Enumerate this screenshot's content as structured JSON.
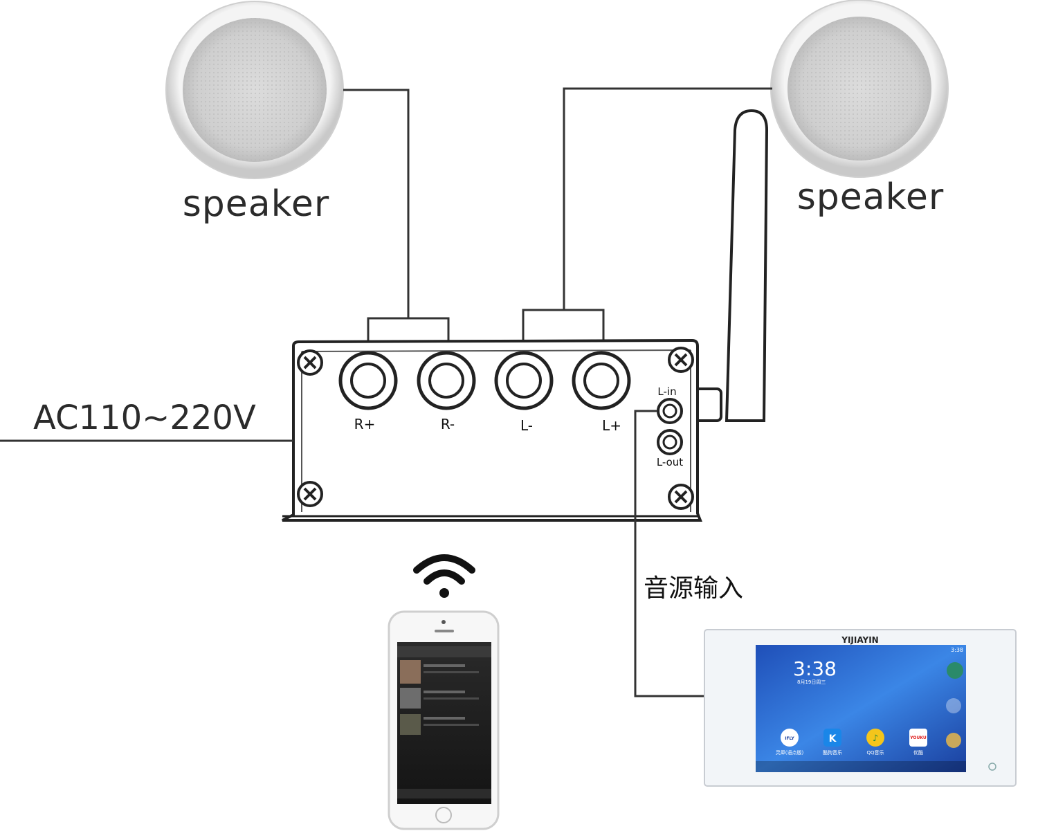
{
  "speakers": [
    {
      "label": "speaker"
    },
    {
      "label": "speaker"
    }
  ],
  "power": {
    "label": "AC110~220V"
  },
  "terminals": [
    {
      "label": "R+"
    },
    {
      "label": "R-"
    },
    {
      "label": "L-"
    },
    {
      "label": "L+"
    }
  ],
  "jacks": [
    {
      "label": "L-in"
    },
    {
      "label": "L-out"
    }
  ],
  "audio_input": {
    "label": "音源输入"
  },
  "panel": {
    "brand": "YIJIAYIN",
    "time": "3:38",
    "status_time": "3:38",
    "date": "8月19日周三",
    "apps": [
      {
        "name": "灵犀(语点版)",
        "icon": "IFLY"
      },
      {
        "name": "酷狗音乐",
        "icon": "K"
      },
      {
        "name": "QQ音乐",
        "icon": "♪"
      },
      {
        "name": "优酷",
        "icon": "YOUKU"
      }
    ]
  },
  "colors": {
    "line": "#333333",
    "panel_screen": "#2f6fd6",
    "kugou": "#1a86e8",
    "qq": "#f4c51b",
    "youku": "#e02020"
  }
}
